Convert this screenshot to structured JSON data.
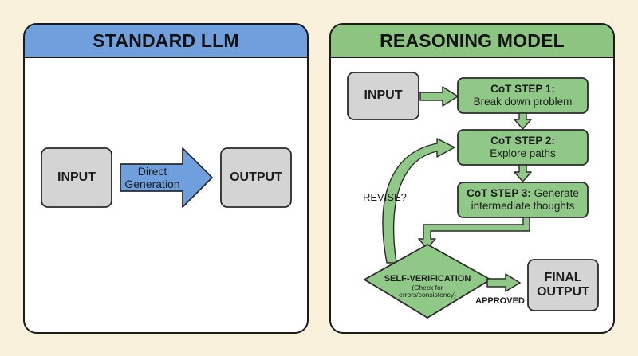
{
  "standard": {
    "title": "STANDARD LLM",
    "input": "INPUT",
    "arrow_label_line1": "Direct",
    "arrow_label_line2": "Generation",
    "output": "OUTPUT"
  },
  "reasoning": {
    "title": "REASONING MODEL",
    "input": "INPUT",
    "step1_title": "CoT STEP 1:",
    "step1_text": "Break down problem",
    "step2_title": "CoT STEP 2:",
    "step2_text": "Explore paths",
    "step3_title": "CoT STEP 3:",
    "step3_text_line1": " Generate",
    "step3_text_line2": "intermediate thoughts",
    "verify_title": "SELF-VERIFICATION",
    "verify_sub_line1": "(Check for",
    "verify_sub_line2": "errors/consistency)",
    "revise_label": "REVISE?",
    "approved_label": "APPROVED",
    "final_line1": "FINAL",
    "final_line2": "OUTPUT"
  },
  "colors": {
    "background": "#faf1dd",
    "standard_header": "#6f9fdc",
    "reasoning_header": "#8cc481",
    "gray_box": "#d4d4d4",
    "green_box": "#90c987",
    "blue_arrow": "#6f9fdc",
    "green_arrow": "#90c987"
  }
}
